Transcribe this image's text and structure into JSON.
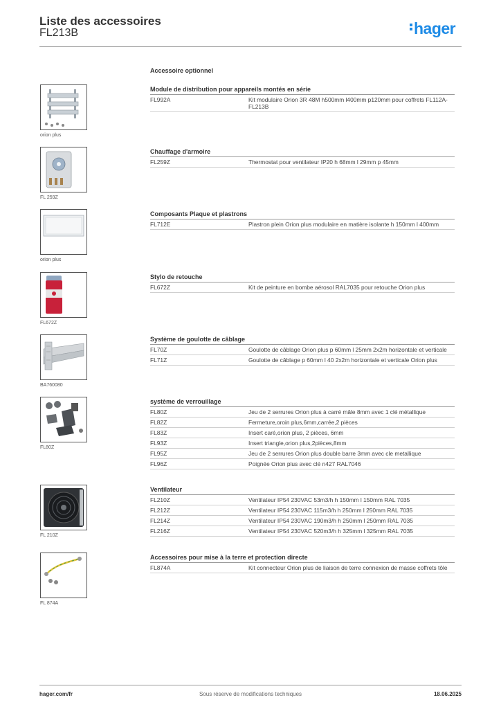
{
  "header": {
    "title": "Liste des accessoires",
    "subtitle": "FL213B",
    "logo_text": "hager",
    "brand_color": "#1e8be6"
  },
  "section_label": "Accessoire optionnel",
  "groups": [
    {
      "heading": "Module de distribution pour appareils montés en série",
      "caption": "orion plus",
      "icon": "distribution-module-icon",
      "rows": [
        {
          "ref": "FL992A",
          "desc": "Kit modulaire Orion 3R 48M h500mm l400mm p120mm pour coffrets FL112A-FL213B"
        }
      ]
    },
    {
      "heading": "Chauffage d'armoire",
      "caption": "FL 259Z",
      "icon": "thermostat-icon",
      "rows": [
        {
          "ref": "FL259Z",
          "desc": "Thermostat pour ventilateur IP20 h 68mm l 29mm p 45mm"
        }
      ]
    },
    {
      "heading": "Composants Plaque et plastrons",
      "caption": "orion plus",
      "icon": "plastron-icon",
      "rows": [
        {
          "ref": "FL712E",
          "desc": "Plastron plein Orion plus modulaire en matière isolante h 150mm l 400mm"
        }
      ]
    },
    {
      "heading": "Stylo de retouche",
      "caption": "FL672Z",
      "icon": "spray-can-icon",
      "rows": [
        {
          "ref": "FL672Z",
          "desc": "Kit de peinture en bombe aérosol RAL7035 pour retouche Orion plus"
        }
      ]
    },
    {
      "heading": "Système de goulotte de câblage",
      "caption": "BA760080",
      "icon": "cable-duct-icon",
      "rows": [
        {
          "ref": "FL70Z",
          "desc": "Goulotte de câblage Orion plus p 60mm l 25mm 2x2m horizontale et verticale"
        },
        {
          "ref": "FL71Z",
          "desc": "Goulotte de câblage p 60mm l 40 2x2m horizontale et verticale Orion plus"
        }
      ]
    },
    {
      "heading": "système de verrouillage",
      "caption": "FL80Z",
      "icon": "lock-kit-icon",
      "rows": [
        {
          "ref": "FL80Z",
          "desc": "Jeu de 2 serrures Orion plus à carré mâle 8mm avec 1 clé métallique"
        },
        {
          "ref": "FL82Z",
          "desc": "Fermeture,oroin plus,6mm,carrée,2 pièces"
        },
        {
          "ref": "FL83Z",
          "desc": "Insert caré,orion plus, 2 pièces, 6mm"
        },
        {
          "ref": "FL93Z",
          "desc": "Insert triangle,orion plus,2pièces,8mm"
        },
        {
          "ref": "FL95Z",
          "desc": "Jeu de 2 serrures Orion plus double barre 3mm avec cle metallique"
        },
        {
          "ref": "FL96Z",
          "desc": "Poignée Orion plus avec clé n427 RAL7046"
        }
      ]
    },
    {
      "heading": "Ventilateur",
      "caption": "FL 210Z",
      "icon": "fan-icon",
      "rows": [
        {
          "ref": "FL210Z",
          "desc": "Ventilateur IP54 230VAC 53m3/h h 150mm l 150mm RAL 7035"
        },
        {
          "ref": "FL212Z",
          "desc": "Ventilateur IP54 230VAC 115m3/h h 250mm l 250mm RAL 7035"
        },
        {
          "ref": "FL214Z",
          "desc": "Ventilateur IP54 230VAC 190m3/h h 250mm l 250mm RAL 7035"
        },
        {
          "ref": "FL216Z",
          "desc": "Ventilateur IP54 230VAC 520m3/h h 325mm l 325mm RAL 7035"
        }
      ]
    },
    {
      "heading": "Accessoires pour mise à la terre et protection directe",
      "caption": "FL 874A",
      "icon": "earth-connector-icon",
      "rows": [
        {
          "ref": "FL874A",
          "desc": "Kit connecteur Orion plus de liaison de terre connexion de masse coffrets tôle"
        }
      ]
    }
  ],
  "footer": {
    "website": "hager.com/fr",
    "notice": "Sous réserve de modifications techniques",
    "date": "18.06.2025"
  }
}
